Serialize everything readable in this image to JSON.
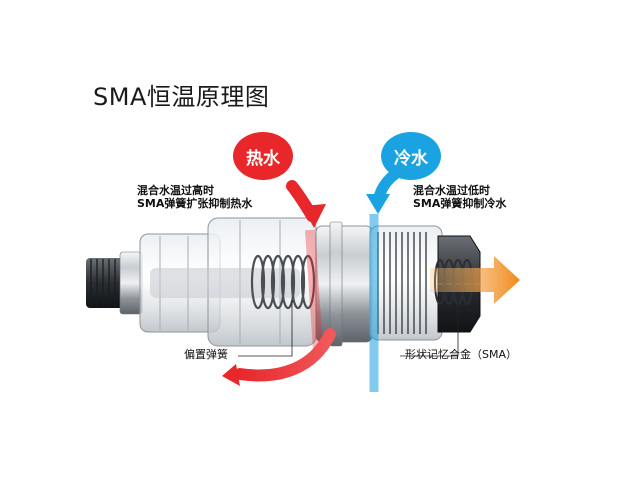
{
  "diagram": {
    "title": "SMA恒温原理图",
    "hot_water_label": "热水",
    "cold_water_label": "冷水",
    "hot_note": [
      "混合水温过高时",
      "SMA弹簧扩张抑制热水"
    ],
    "cold_note": [
      "混合水温过低时",
      "SMA弹簧抑制冷水"
    ],
    "bias_spring_label": "偏置弹簧",
    "sma_label": "形状记忆合金（SMA）",
    "colors": {
      "hot": "#e8272b",
      "cold": "#1aa3e0",
      "mixed": "#f39a2c",
      "metal": "#9aa0a6"
    }
  }
}
